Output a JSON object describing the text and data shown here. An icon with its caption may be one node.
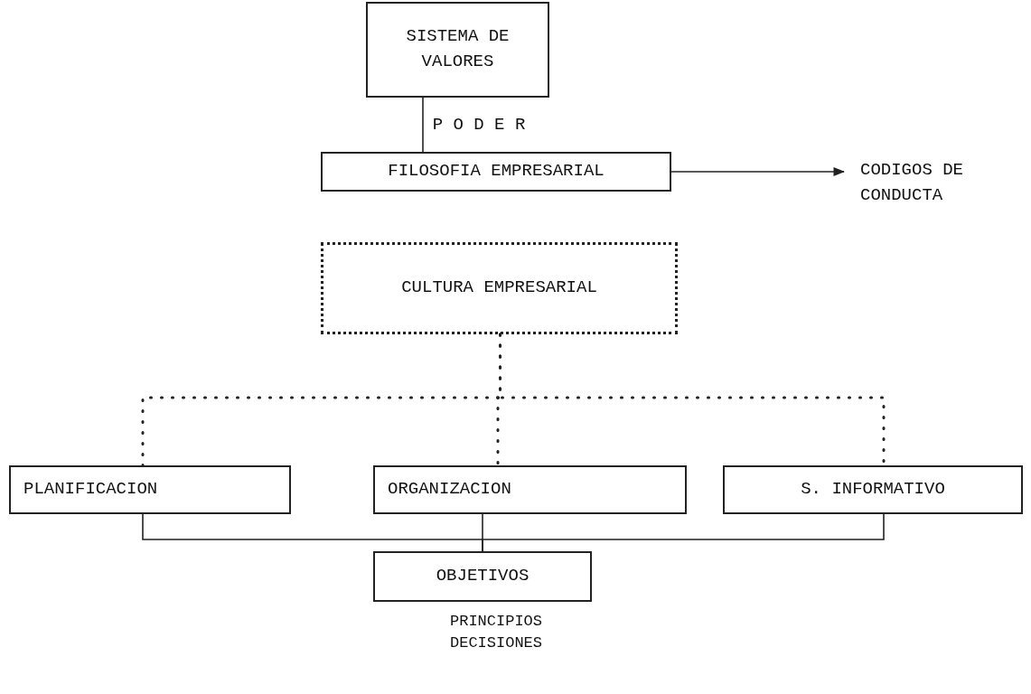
{
  "diagram": {
    "nodes": [
      {
        "text": [
          "SISTEMA DE VALORES"
        ]
      },
      {
        "text": [
          "FILOSOFIA EMPRESARIAL"
        ]
      },
      {
        "text": [
          "CODIGOS DE CONDUCTA"
        ]
      },
      {
        "text": [
          "CULTURA EMPRESARIAL"
        ]
      },
      {
        "text": [
          "PLANIFICACION"
        ]
      },
      {
        "text": [
          "ORGANIZACION"
        ]
      },
      {
        "text": [
          "S. INFORMATIVO"
        ]
      },
      {
        "text": [
          "OBJETIVOS"
        ],
        "beside": [
          "PRINCIPIOS",
          "DECISIONES"
        ]
      }
    ],
    "edges": [
      {
        "from": 0,
        "to": 1,
        "arrow": "none",
        "label": "P O D E R"
      },
      {
        "from": 1,
        "to": 2,
        "arrow": "to"
      },
      {
        "from": 3,
        "to": 4,
        "arrow": "none",
        "style": "dashed"
      },
      {
        "from": 3,
        "to": 5,
        "arrow": "none",
        "style": "dashed"
      },
      {
        "from": 3,
        "to": 6,
        "arrow": "none",
        "style": "dashed"
      },
      {
        "from": 4,
        "to": 7,
        "arrow": "none"
      },
      {
        "from": 5,
        "to": 7,
        "arrow": "none"
      },
      {
        "from": 6,
        "to": 7,
        "arrow": "none"
      }
    ]
  }
}
